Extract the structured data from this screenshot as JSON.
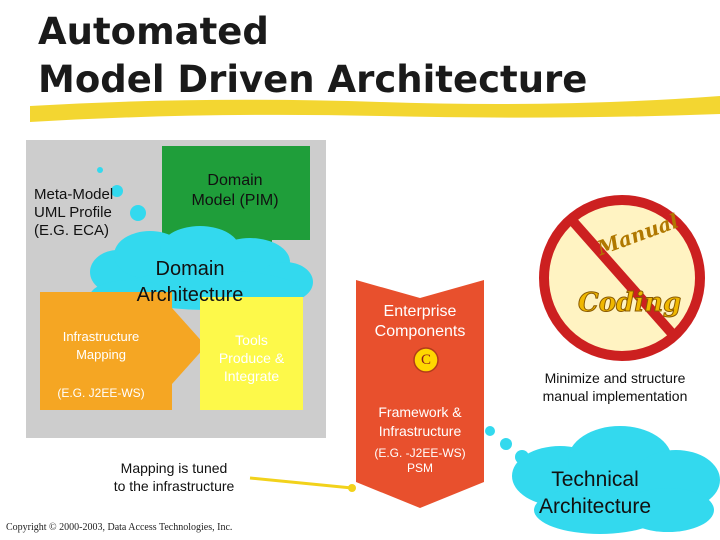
{
  "slide": {
    "title_line1": "Automated",
    "title_line2": "Model Driven Architecture"
  },
  "diagram": {
    "meta_model": [
      "Meta-Model",
      "UML Profile",
      "(E.G. ECA)"
    ],
    "domain_model": [
      "Domain",
      "Model (PIM)"
    ],
    "domain_architecture": [
      "Domain",
      "Architecture"
    ],
    "infrastructure_mapping": [
      "Infrastructure",
      "Mapping"
    ],
    "infrastructure_mapping_example": "(E.G. J2EE-WS)",
    "tools": [
      "Tools",
      "Produce &",
      "Integrate"
    ],
    "mapping_note": [
      "Mapping is tuned",
      "to the infrastructure"
    ],
    "enterprise_components": [
      "Enterprise",
      "Components"
    ],
    "component_badge": "C",
    "framework": [
      "Framework &",
      "Infrastructure"
    ],
    "framework_example": [
      "(E.G. -J2EE-WS)",
      "PSM"
    ],
    "no_manual_coding": [
      "Manual",
      "Coding"
    ],
    "minimize": [
      "Minimize and structure",
      "manual implementation"
    ],
    "technical_architecture": [
      "Technical",
      "Architecture"
    ]
  },
  "footer": {
    "copyright": "Copyright © 2000-2003, Data Access Technologies, Inc."
  },
  "colors": {
    "panel_gray": "#cdcdcd",
    "green": "#1f9e3a",
    "cloud_cyan": "#33d9ee",
    "orange": "#f5a623",
    "yellow": "#fdf94a",
    "red_orange": "#e8502d",
    "highlight_yellow": "#f2d21b",
    "sign_red": "#cc2020"
  }
}
